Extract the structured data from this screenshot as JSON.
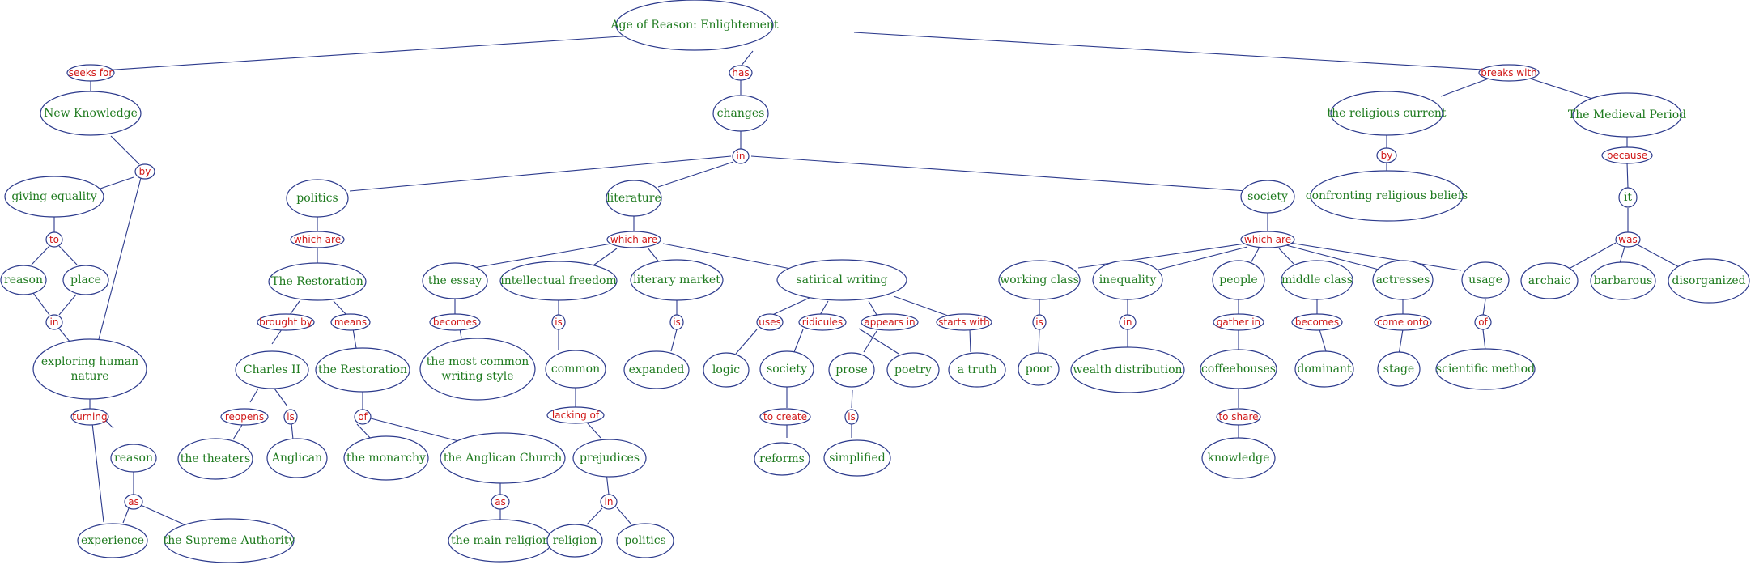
{
  "concepts": {
    "root": "Age of Reason: Enlightement",
    "new_knowledge": "New Knowledge",
    "giving_equality": "giving equality",
    "reason_1": "reason",
    "place": "place",
    "exploring_1": "exploring human",
    "exploring_2": "nature",
    "reason_2": "reason",
    "experience": "experience",
    "supreme_authority": "the Supreme Authority",
    "changes": "changes",
    "politics": "politics",
    "the_restoration_1": "The  Restoration",
    "charles_ii": "Charles II",
    "the_theaters": "the theaters",
    "anglican": "Anglican",
    "the_restoration_2": "the Restoration",
    "the_monarchy": "the monarchy",
    "anglican_church": "the Anglican Church",
    "main_religion": "the main religion",
    "literature": "literature",
    "the_essay": "the essay",
    "common_style_1": "the most common",
    "common_style_2": "writing style",
    "intellectual_freedom": "intellectual freedom",
    "common": "common",
    "prejudices": "prejudices",
    "religion": "religion",
    "politics_2": "politics",
    "literary_market": "literary market",
    "expanded": "expanded",
    "satirical_writing": "satirical writing",
    "logic": "logic",
    "society_2": "society",
    "reforms": "reforms",
    "prose": "prose",
    "simplified": "simplified",
    "poetry": "poetry",
    "a_truth": "a truth",
    "society": "society",
    "working_class": "working class",
    "poor": "poor",
    "inequality": "inequality",
    "wealth_distribution": "wealth distribution",
    "people": "people",
    "coffeehouses": "coffeehouses",
    "knowledge": "knowledge",
    "middle_class": "middle class",
    "dominant": "dominant",
    "actresses": "actresses",
    "stage": "stage",
    "usage": "usage",
    "scientific_method": "scientific method",
    "religious_current": "the religious current",
    "confronting": "confronting religious beliefs",
    "medieval_period": "The Medieval Period",
    "it": "it",
    "archaic": "archaic",
    "barbarous": "barbarous",
    "disorganized": "disorganized"
  },
  "links": {
    "seeks_for": "seeks for",
    "by_1": "by",
    "to": "to",
    "in_1": "in",
    "turning": "turning",
    "as_1": "as",
    "has": "has",
    "in_2": "in",
    "which_are_1": "which are",
    "brought_by": "brought by",
    "reopens": "reopens",
    "is_1": "is",
    "means": "means",
    "of_1": "of",
    "as_2": "as",
    "which_are_2": "which are",
    "becomes_1": "becomes",
    "is_2": "is",
    "lacking_of": "lacking of",
    "in_3": "in",
    "is_3": "is",
    "uses": "uses",
    "ridicules": "ridicules",
    "to_create": "to create",
    "appears_in": "appears in",
    "is_4": "is",
    "starts_with": "starts  with",
    "which_are_3": "which are",
    "is_5": "is",
    "in_4": "in",
    "gather_in": "gather in",
    "to_share": "to share",
    "becomes_2": "becomes",
    "come_onto": "come onto",
    "of_2": "of",
    "breaks_with": "breaks with",
    "by_2": "by",
    "because": "because",
    "was": "was"
  }
}
